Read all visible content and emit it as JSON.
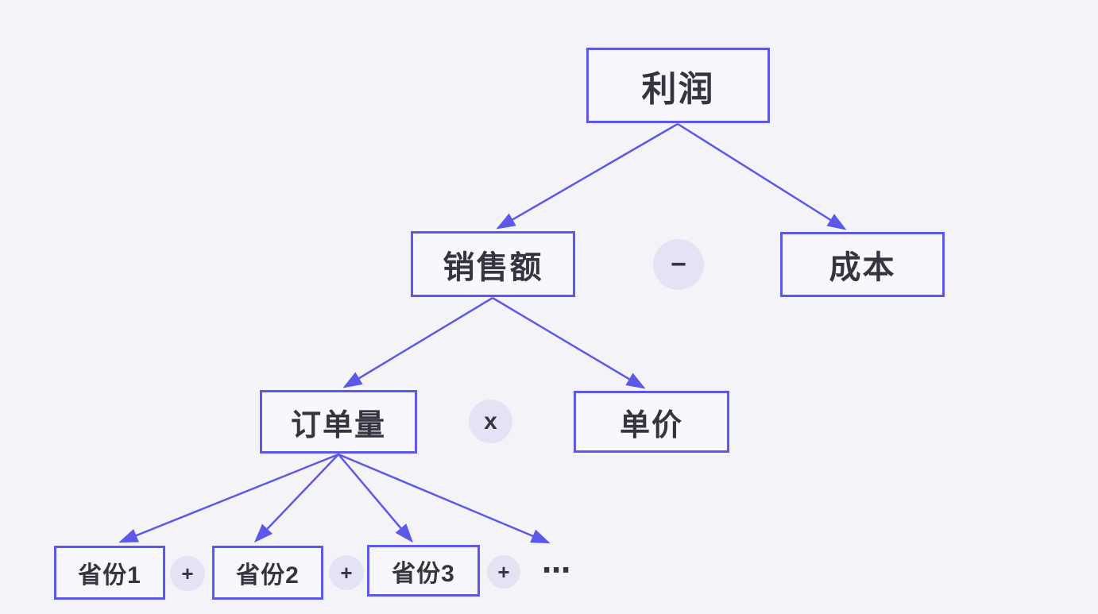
{
  "diagram": {
    "type": "decomposition-tree",
    "accent_color": "#5d58ea",
    "background_color": "#f4f4f8",
    "operator_bg_color": "#e3e3f5",
    "text_color": "#35353f",
    "nodes": {
      "profit": {
        "label": "利润"
      },
      "sales": {
        "label": "销售额"
      },
      "cost": {
        "label": "成本"
      },
      "orders": {
        "label": "订单量"
      },
      "price": {
        "label": "单价"
      },
      "province1": {
        "label": "省份1"
      },
      "province2": {
        "label": "省份2"
      },
      "province3": {
        "label": "省份3"
      }
    },
    "operators": {
      "minus": "−",
      "multiply": "x",
      "plus1": "+",
      "plus2": "+",
      "plus3": "+",
      "ellipsis": "⋯"
    },
    "relations": [
      "利润 = 销售额 − 成本",
      "销售额 = 订单量 x 单价",
      "订单量 = 省份1 + 省份2 + 省份3 + ⋯"
    ]
  }
}
